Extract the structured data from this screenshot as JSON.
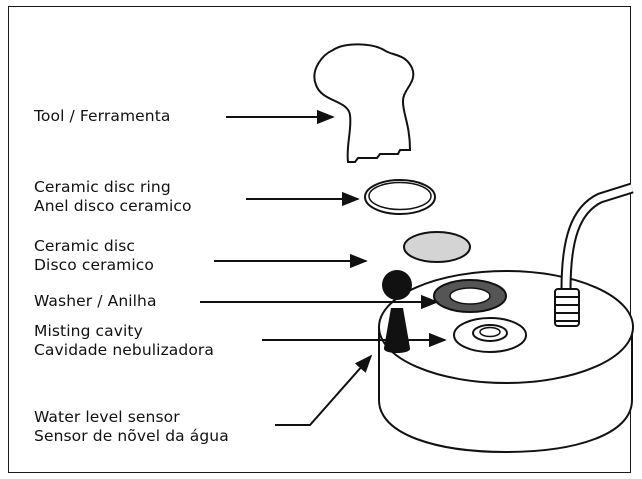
{
  "labels": {
    "tool": "Tool / Ferramenta",
    "ring_line1": "Ceramic disc ring",
    "ring_line2": "Anel disco ceramico",
    "disc_line1": "Ceramic disc",
    "disc_line2": "Disco ceramico",
    "washer": "Washer / Anilha",
    "cavity_line1": "Misting cavity",
    "cavity_line2": "Cavidade nebulizadora",
    "sensor_line1": "Water level sensor",
    "sensor_line2": "Sensor de nõvel da água"
  },
  "colors": {
    "stroke": "#111111",
    "disc_fill": "#d4d4d4",
    "washer_fill": "#555555",
    "background": "#ffffff"
  }
}
